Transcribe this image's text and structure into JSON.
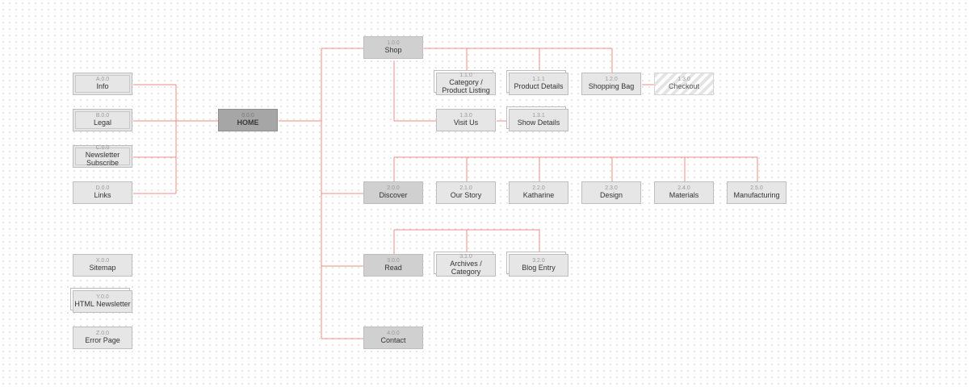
{
  "diagram": {
    "line_color": "#f08a8a",
    "nodes": {
      "home": {
        "code": "0.0.0",
        "label": "HOME"
      },
      "shop": {
        "code": "1.0.0",
        "label": "Shop"
      },
      "category": {
        "code": "1.1.0",
        "label": "Category / Product Listing"
      },
      "product_details": {
        "code": "1.1.1",
        "label": "Product Details"
      },
      "shopping_bag": {
        "code": "1.2.0",
        "label": "Shopping Bag"
      },
      "checkout": {
        "code": "1.3.0",
        "label": "Checkout"
      },
      "visit_us": {
        "code": "1.3.0",
        "label": "Visit Us"
      },
      "show_details": {
        "code": "1.3.1",
        "label": "Show Details"
      },
      "discover": {
        "code": "2.0.0",
        "label": "Discover"
      },
      "our_story": {
        "code": "2.1.0",
        "label": "Our Story"
      },
      "katharine": {
        "code": "2.2.0",
        "label": "Katharine"
      },
      "design": {
        "code": "2.3.0",
        "label": "Design"
      },
      "materials": {
        "code": "2.4.0",
        "label": "Materials"
      },
      "manufacturing": {
        "code": "2.5.0",
        "label": "Manufacturing"
      },
      "read": {
        "code": "3.0.0",
        "label": "Read"
      },
      "archives": {
        "code": "3.1.0",
        "label": "Archives / Category"
      },
      "blog_entry": {
        "code": "3.2.0",
        "label": "Blog Entry"
      },
      "contact": {
        "code": "4.0.0",
        "label": "Contact"
      },
      "info": {
        "code": "A.0.0",
        "label": "Info"
      },
      "legal": {
        "code": "B.0.0",
        "label": "Legal"
      },
      "newsletter": {
        "code": "C.0.0",
        "label": "Newsletter Subscribe"
      },
      "links": {
        "code": "D.0.0",
        "label": "Links"
      },
      "sitemap": {
        "code": "X.0.0",
        "label": "Sitemap"
      },
      "html_newsletter": {
        "code": "Y.0.0",
        "label": "HTML Newsletter"
      },
      "error_page": {
        "code": "Z.0.0",
        "label": "Error Page"
      }
    }
  }
}
